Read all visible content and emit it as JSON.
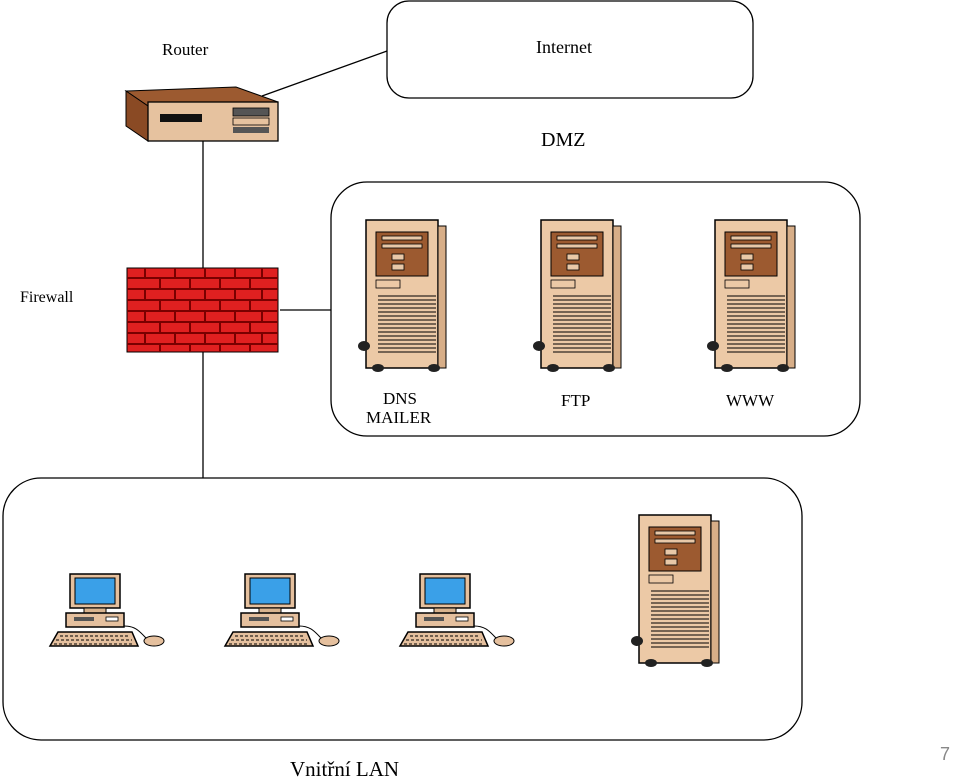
{
  "labels": {
    "router": "Router",
    "internet": "Internet",
    "dmz": "DMZ",
    "firewall": "Firewall",
    "dns": "DNS",
    "mailer": "MAILER",
    "ftp": "FTP",
    "www": "WWW",
    "lan": "Vnitřní LAN"
  },
  "page_number": "7",
  "icons": [
    "router-icon",
    "firewall-icon",
    "server-icon",
    "workstation-icon"
  ],
  "colors": {
    "firewall_brick": "#e02020",
    "server_body": "#e9c8a6",
    "server_dark": "#8a4a24",
    "monitor_screen": "#3aa0e8",
    "outline": "#000000"
  }
}
